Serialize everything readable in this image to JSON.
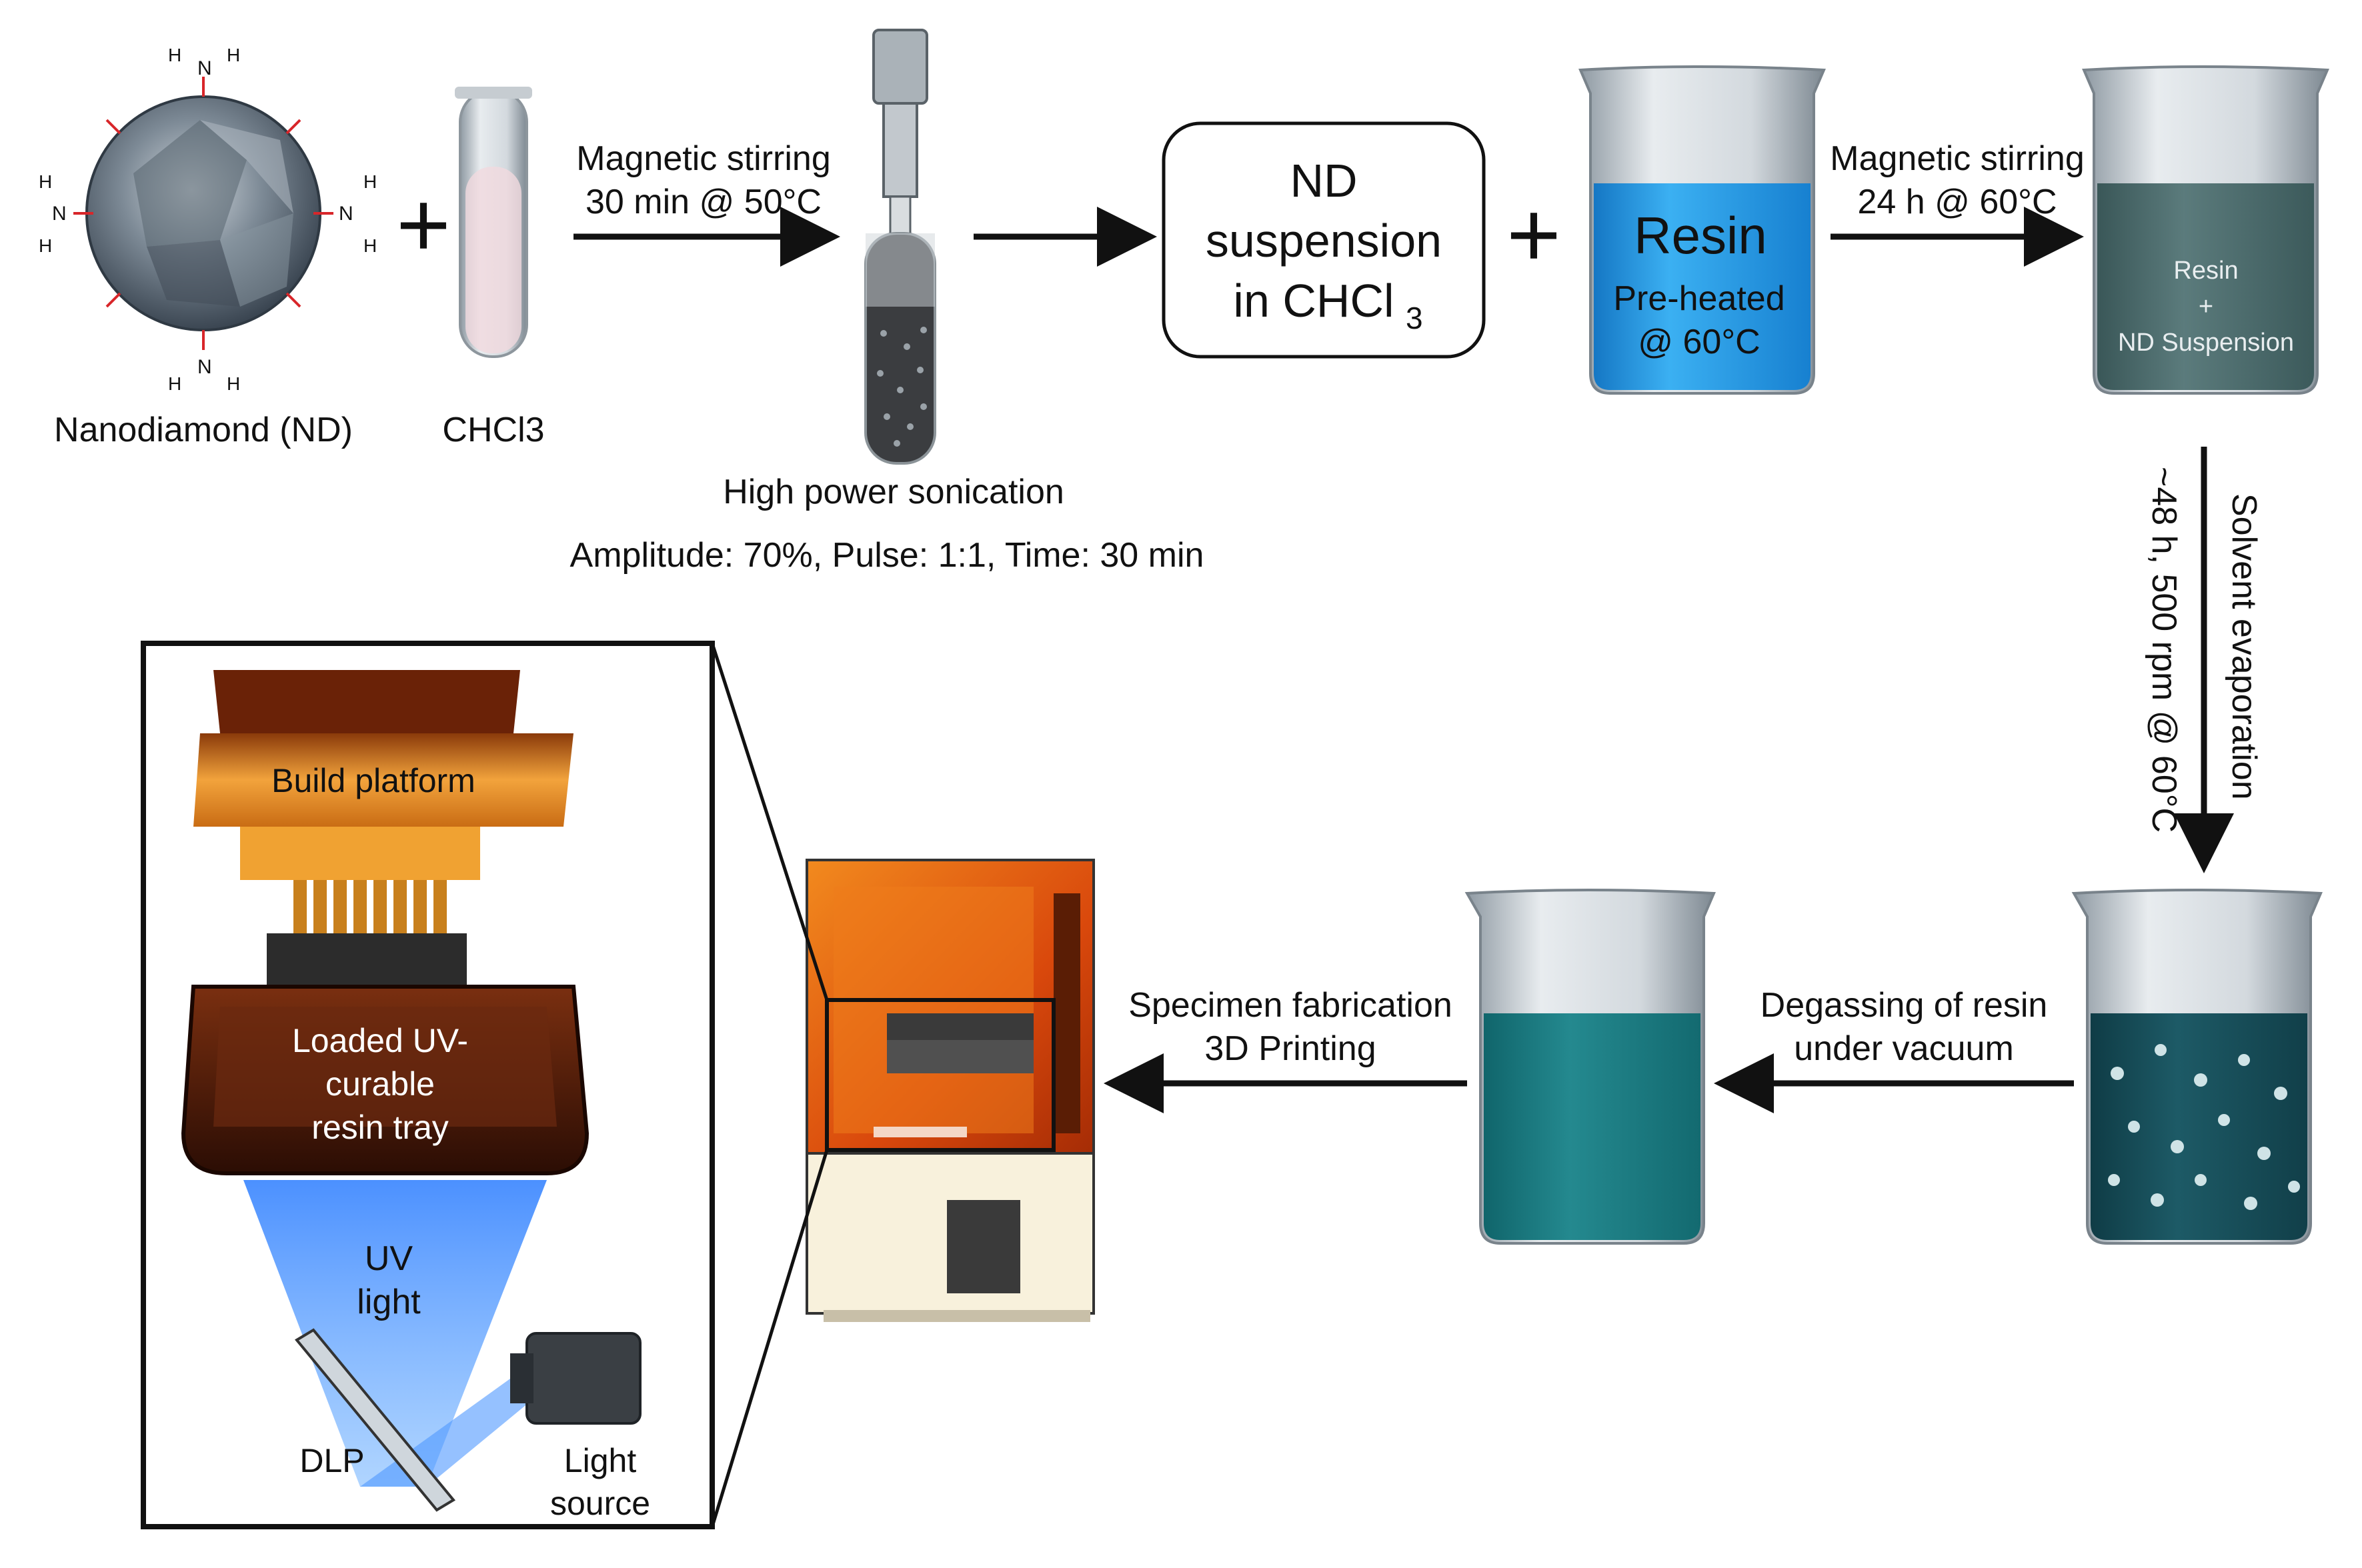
{
  "inputs": {
    "nanodiamond_label": "Nanodiamond (ND)",
    "chcl3_label": "CHCl3",
    "amine_h": "H",
    "amine_n": "N",
    "plus": "+"
  },
  "steps": {
    "stir1_line1": "Magnetic stirring",
    "stir1_line2": "30 min @ 50°C",
    "sonication_title": "High power sonication",
    "sonication_params": "Amplitude: 70%, Pulse: 1:1, Time:  30 min",
    "suspension_line1": "ND",
    "suspension_line2": "suspension",
    "suspension_line3": "in CHCl",
    "suspension_sub": "3",
    "resin_title": "Resin",
    "resin_line2": "Pre-heated",
    "resin_line3": "@ 60°C",
    "stir2_line1": "Magnetic stirring",
    "stir2_line2": "24 h @ 60°C",
    "mix_line1": "Resin",
    "mix_line2": "+",
    "mix_line3": "ND Suspension",
    "evap_label": "Solvent evaporation",
    "evap_params": "~48 h, 500 rpm @ 60°C",
    "degas_line1": "Degassing of resin",
    "degas_line2": "under vacuum",
    "fab_line1": "Specimen fabrication",
    "fab_line2": "3D Printing"
  },
  "printer_detail": {
    "build_platform": "Build platform",
    "tray_line1": "Loaded UV-",
    "tray_line2": "curable",
    "tray_line3": "resin tray",
    "uv_line1": "UV",
    "uv_line2": "light",
    "dlp": "DLP",
    "light_line1": "Light",
    "light_line2": "source"
  },
  "colors": {
    "resin_blue": "#1f96e6",
    "mixture_gray": "#49696a",
    "degassed_teal": "#1a7a80",
    "bubbly_dark_teal": "#154a55",
    "printer_orange": "#e0560e",
    "uv_beam": "#3c8cff"
  }
}
